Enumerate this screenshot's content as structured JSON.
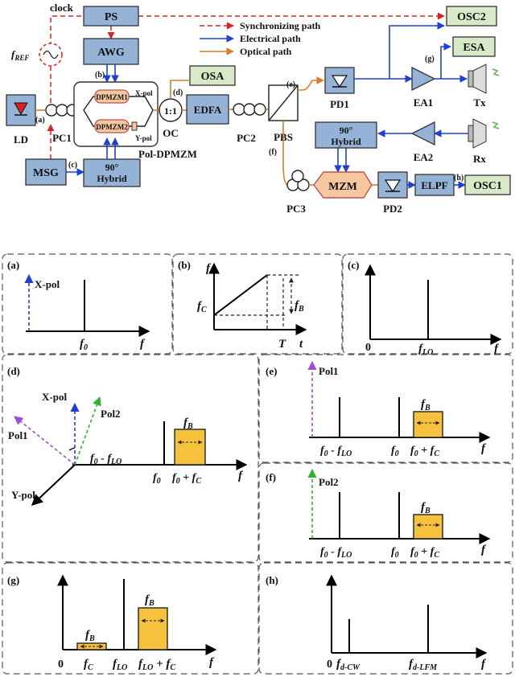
{
  "setup": {
    "clock": "clock",
    "f_ref": "f",
    "f_ref_sub": "REF",
    "blocks": {
      "ps": "PS",
      "awg": "AWG",
      "osa": "OSA",
      "edfa": "EDFA",
      "osc2": "OSC2",
      "esa": "ESA",
      "pd1": "PD1",
      "ea1": "EA1",
      "tx": "Tx",
      "rx": "Rx",
      "ea2": "EA2",
      "hybrid_a": "90°",
      "hybrid_b": "Hybrid",
      "mzm": "MZM",
      "pd2": "PD2",
      "elpf": "ELPF",
      "osc1": "OSC1",
      "ld": "LD",
      "pc1": "PC1",
      "msg": "MSG",
      "oc": "OC",
      "oc_ratio": "1:1",
      "pc2": "PC2",
      "pbs": "PBS",
      "pc3": "PC3",
      "dpmzm1": "DPMZM1",
      "dpmzm2": "DPMZM2",
      "xpol": "X-pol",
      "ypol": "Y-pol",
      "pol_dpmzm": "Pol-DPMZM"
    },
    "points": {
      "a": "(a)",
      "b": "(b)",
      "c": "(c)",
      "d": "(d)",
      "e": "(e)",
      "f": "(f)",
      "g": "(g)",
      "h": "(h)"
    },
    "legend": {
      "sync": "Synchronizing path",
      "elec": "Electrical path",
      "opt": "Optical path"
    },
    "colors": {
      "sync": "#e02020",
      "elec": "#1f3fd6",
      "opt": "#e07a2a",
      "block": "#95b3d7",
      "green": "#d8e9c8",
      "band": "#f6c23e"
    }
  },
  "panels": {
    "a": {
      "label": "(a)",
      "pol": "X-pol",
      "f0": "f",
      "f0_sub": "0",
      "axis": "f"
    },
    "b": {
      "label": "(b)",
      "y": "f",
      "fc": "f",
      "fc_sub": "C",
      "fb": "f",
      "fb_sub": "B",
      "t": "T",
      "x": "t"
    },
    "c": {
      "label": "(c)",
      "zero": "0",
      "flo": "f",
      "flo_sub": "LO",
      "axis": "f"
    },
    "d": {
      "label": "(d)",
      "xpol": "X-pol",
      "ypol": "Y-pol",
      "pol1": "Pol1",
      "pol2": "Pol2",
      "f0flo": "f",
      "f0flo_sub": "0",
      "f0flo_mid": " - f",
      "f0flo_sub2": "LO",
      "f0": "f",
      "f0_sub": "0",
      "fsum": "f",
      "fsum_sub": "0",
      "fsum_mid": " + f",
      "fsum_sub2": "C",
      "fb": "f",
      "fb_sub": "B",
      "axis": "f"
    },
    "e": {
      "label": "(e)",
      "pol": "Pol1",
      "f0flo": "f",
      "f0flo_sub": "0",
      "f0flo_mid": " - f",
      "f0flo_sub2": "LO",
      "f0": "f",
      "f0_sub": "0",
      "fsum": "f",
      "fsum_sub": "0",
      "fsum_mid": " + f",
      "fsum_sub2": "C",
      "fb": "f",
      "fb_sub": "B",
      "axis": "f"
    },
    "f": {
      "label": "(f)",
      "pol": "Pol2",
      "f0flo": "f",
      "f0flo_sub": "0",
      "f0flo_mid": " - f",
      "f0flo_sub2": "LO",
      "f0": "f",
      "f0_sub": "0",
      "fsum": "f",
      "fsum_sub": "0",
      "fsum_mid": " + f",
      "fsum_sub2": "C",
      "fb": "f",
      "fb_sub": "B",
      "axis": "f"
    },
    "g": {
      "label": "(g)",
      "zero": "0",
      "fc": "f",
      "fc_sub": "C",
      "flo": "f",
      "flo_sub": "LO",
      "fsum": "f",
      "fsum_sub": "LO",
      "fsum_mid": " + f",
      "fsum_sub2": "C",
      "fb1": "f",
      "fb1_sub": "B",
      "fb2": "f",
      "fb2_sub": "B",
      "axis": "f"
    },
    "h": {
      "label": "(h)",
      "zero": "0",
      "fcw": "f",
      "fcw_sub": "d-CW",
      "flfm": "f",
      "flfm_sub": "d-LFM",
      "axis": "f"
    }
  }
}
